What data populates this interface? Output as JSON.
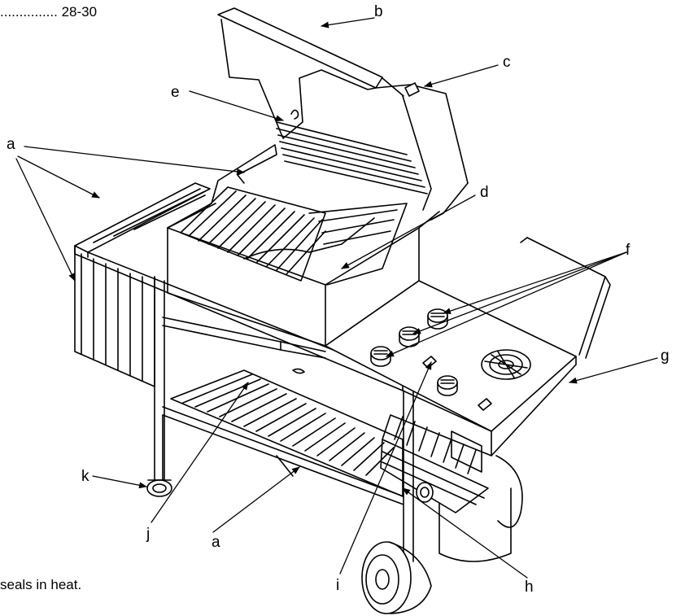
{
  "header": {
    "page_ref": "............... 28-30"
  },
  "footer": {
    "fragment": "seals in heat."
  },
  "callouts": [
    {
      "id": "a",
      "label": "a"
    },
    {
      "id": "b",
      "label": "b"
    },
    {
      "id": "c",
      "label": "c"
    },
    {
      "id": "d",
      "label": "d"
    },
    {
      "id": "e",
      "label": "e"
    },
    {
      "id": "f",
      "label": "f"
    },
    {
      "id": "g",
      "label": "g"
    },
    {
      "id": "h",
      "label": "h"
    },
    {
      "id": "i",
      "label": "i"
    },
    {
      "id": "j",
      "label": "j"
    },
    {
      "id": "k",
      "label": "k"
    }
  ]
}
